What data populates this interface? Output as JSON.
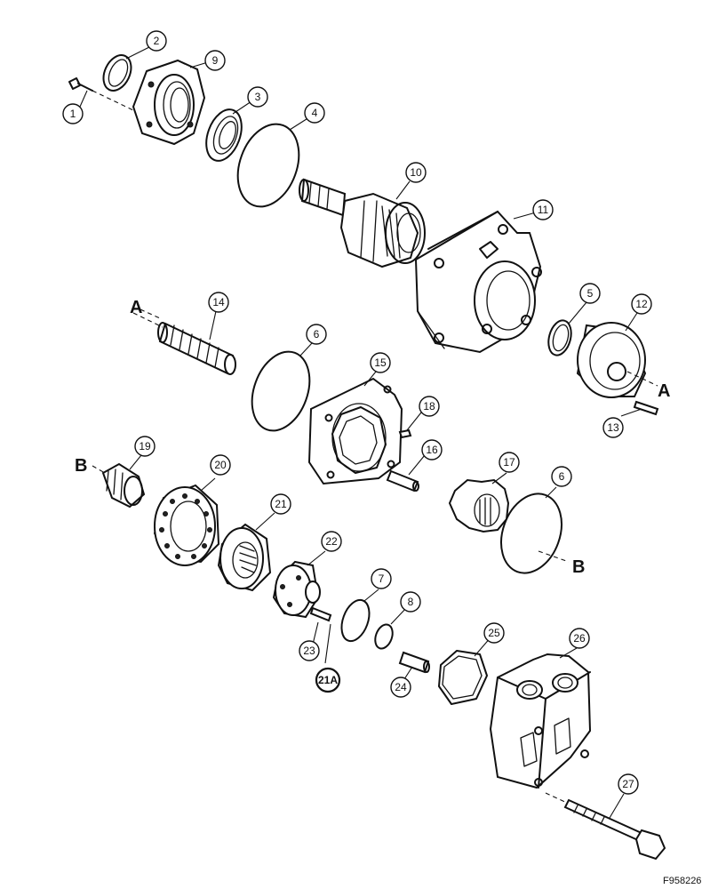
{
  "figure_id": "F958226",
  "callouts": {
    "c1": "1",
    "c2": "2",
    "c3": "3",
    "c4": "4",
    "c5": "5",
    "c6a": "6",
    "c6b": "6",
    "c7": "7",
    "c8": "8",
    "c9": "9",
    "c10": "10",
    "c11": "11",
    "c12": "12",
    "c13": "13",
    "c14": "14",
    "c15": "15",
    "c16": "16",
    "c17": "17",
    "c18": "18",
    "c19": "19",
    "c20": "20",
    "c21": "21",
    "c21a": "21A",
    "c22": "22",
    "c23": "23",
    "c24": "24",
    "c25": "25",
    "c26": "26",
    "c27": "27"
  },
  "alignment_marks": {
    "a_left": "A",
    "a_right": "A",
    "b_left": "B",
    "b_right": "B"
  }
}
